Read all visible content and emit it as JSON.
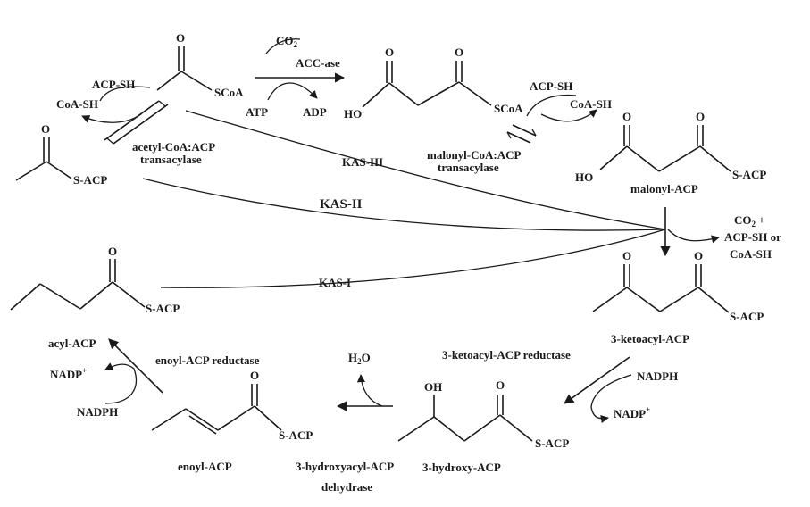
{
  "labels": {
    "co2_top": "CO",
    "co2_top_sub": "2",
    "acc_ase": "ACC-ase",
    "atp": "ATP",
    "adp": "ADP",
    "scoa_1": "SCoA",
    "scoa_2": "SCoA",
    "o_acetylcoa": "O",
    "o_malonyl_1": "O",
    "o_malonyl_2": "O",
    "ho_malonylcoa": "HO",
    "acp_sh_1": "ACP-SH",
    "coa_sh_1": "CoA-SH",
    "acp_sh_2": "ACP-SH",
    "coa_sh_2": "CoA-SH",
    "acetyl_transacylase_1": "acetyl-CoA:ACP",
    "acetyl_transacylase_2": "transacylase",
    "malonyl_transacylase_1": "malonyl-CoA:ACP",
    "malonyl_transacylase_2": "transacylase",
    "o_acetylacp": "O",
    "s_acp_acetyl": "S-ACP",
    "kas_iii": "KAS-III",
    "kas_ii": "KAS-II",
    "kas_i": "KAS-I",
    "o_malacp_1": "O",
    "o_malacp_2": "O",
    "ho_malacp": "HO",
    "s_acp_malonyl": "S-ACP",
    "malonyl_acp": "malonyl-ACP",
    "co2_out_1": "CO",
    "co2_out_1_sub": "2",
    "co2_out_1_tail": " +",
    "co2_out_2": "ACP-SH or",
    "co2_out_3": "CoA-SH",
    "o_butyryl": "O",
    "s_acp_butyryl": "S-ACP",
    "o_keto_1": "O",
    "o_keto_2": "O",
    "s_acp_keto": "S-ACP",
    "ketoacyl_acp": "3-ketoacyl-ACP",
    "acyl_acp": "acyl-ACP",
    "enoyl_reductase": "enoyl-ACP reductase",
    "nadp_left": "NADP",
    "nadp_left_sup": "+",
    "nadph_left": "NADPH",
    "h2o": "H",
    "h2o_sub": "2",
    "h2o_tail": "O",
    "ketoacyl_reductase": "3-ketoacyl-ACP reductase",
    "nadph_right": "NADPH",
    "nadp_right": "NADP",
    "nadp_right_sup": "+",
    "oh_hydroxy": "OH",
    "o_hydroxy": "O",
    "s_acp_hydroxy": "S-ACP",
    "hydroxy_acp": "3-hydroxy-ACP",
    "o_enoyl": "O",
    "s_acp_enoyl": "S-ACP",
    "enoyl_acp": "enoyl-ACP",
    "dehydrase_1": "3-hydroxyacyl-ACP",
    "dehydrase_2": "dehydrase"
  }
}
